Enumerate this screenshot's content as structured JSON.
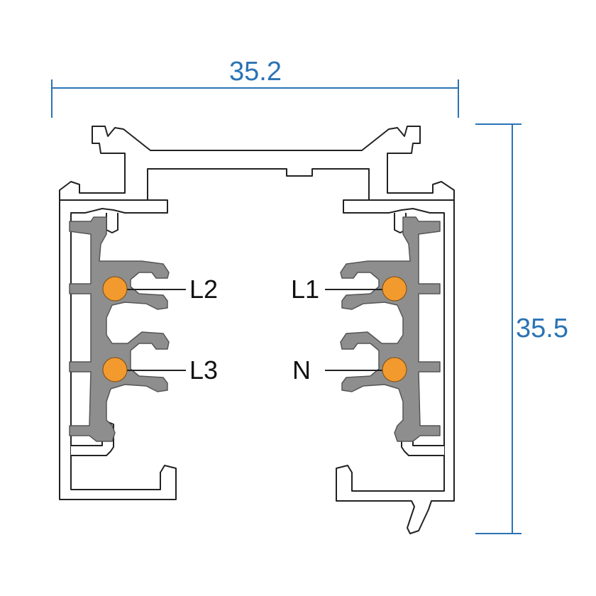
{
  "dimensions": {
    "width_label": "35.2",
    "height_label": "35.5"
  },
  "conductors": [
    {
      "id": "L2",
      "label": "L2"
    },
    {
      "id": "L1",
      "label": "L1"
    },
    {
      "id": "L3",
      "label": "L3"
    },
    {
      "id": "N",
      "label": "N"
    }
  ],
  "colors": {
    "dimension": "#2a73b5",
    "conductor": "#f29a2e",
    "insulator": "#8e8e8e",
    "outline": "#222222",
    "background": "#ffffff"
  }
}
